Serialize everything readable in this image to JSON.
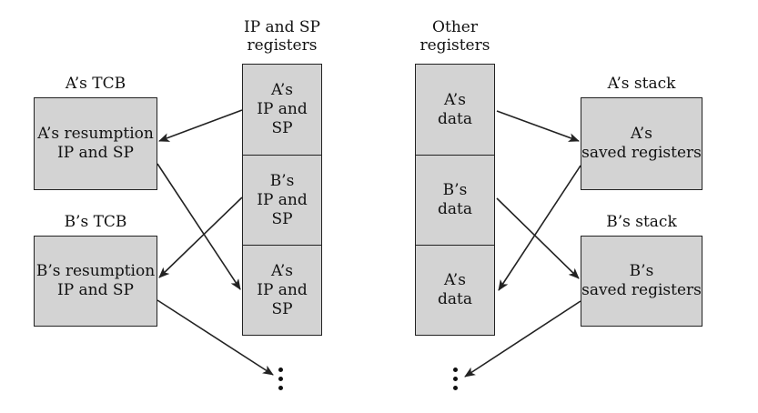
{
  "headers": {
    "ip_sp": "IP and SP\nregisters",
    "other": "Other\nregisters",
    "a_tcb": "A’s TCB",
    "b_tcb": "B’s TCB",
    "a_stack": "A’s stack",
    "b_stack": "B’s stack"
  },
  "tcb": {
    "a": "A’s resumption\nIP and SP",
    "b": "B’s resumption\nIP and SP"
  },
  "ip_sp_cells": [
    "A’s\nIP and\nSP",
    "B’s\nIP and\nSP",
    "A’s\nIP and\nSP"
  ],
  "other_cells": [
    "A’s\ndata",
    "B’s\ndata",
    "A’s\ndata"
  ],
  "stacks": {
    "a": "A’s\nsaved registers",
    "b": "B’s\nsaved registers"
  },
  "colors": {
    "box_fill": "#d3d3d3",
    "stroke": "#222222"
  }
}
